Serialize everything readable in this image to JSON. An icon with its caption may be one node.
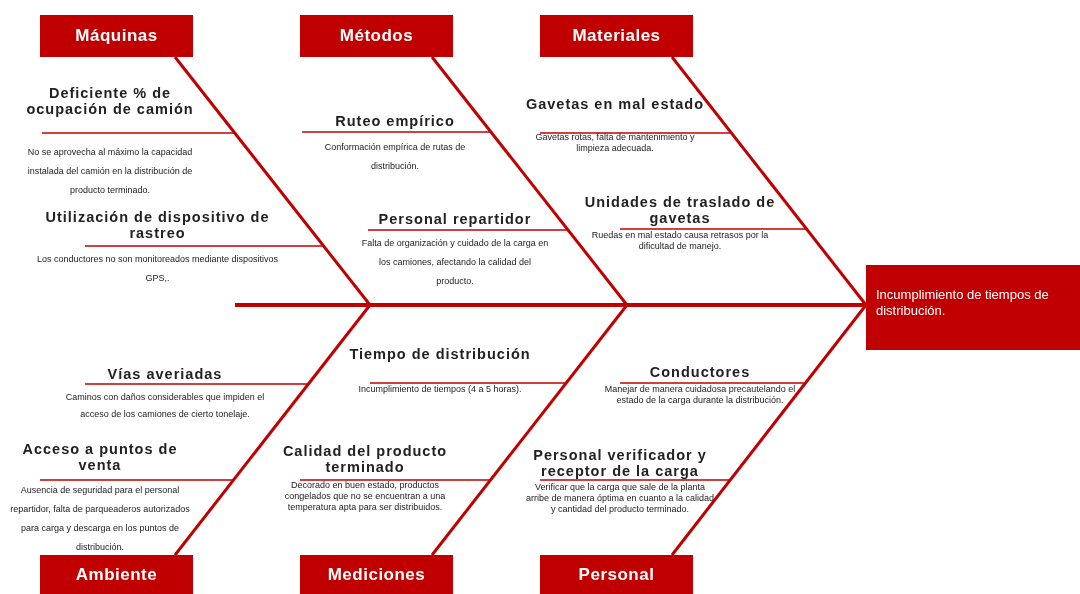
{
  "diagram": {
    "nodes": [
      {
        "text": [
          "Máquinas"
        ]
      },
      {
        "text": [
          "Métodos"
        ]
      },
      {
        "text": [
          "Materiales"
        ]
      },
      {
        "text": [
          "Ambiente"
        ]
      },
      {
        "text": [
          "Mediciones"
        ]
      },
      {
        "text": [
          "Personal"
        ]
      },
      {
        "text": [
          "Incumplimiento  de tiempos de distribución."
        ]
      },
      {
        "text": [
          "Deficiente % de ocupación de camión",
          "No se  aprovecha al máximo la capacidad instalada del camión en la distribución de producto terminado."
        ]
      },
      {
        "text": [
          "Utilización de dispositivo de rastreo",
          "Los conductores no son monitoreados mediante dispositivos GPS,."
        ]
      },
      {
        "text": [
          "Ruteo empírico",
          "Conformación empírica de rutas de distribución."
        ]
      },
      {
        "text": [
          "Personal repartidor",
          "Falta de organización y cuidado de la carga en los camiones, afectando la calidad del producto."
        ]
      },
      {
        "text": [
          "Gavetas en mal estado",
          "Gavetas rotas,  falta de mantenimiento y limpieza adecuada."
        ]
      },
      {
        "text": [
          "Unidades de traslado de gavetas",
          "Ruedas en mal estado causa retrasos  por la dificultad de manejo."
        ]
      },
      {
        "text": [
          "Vías averiadas",
          "Caminos con daños considerables que impiden el acceso de los camiones de cierto tonelaje."
        ]
      },
      {
        "text": [
          "Acceso a puntos de venta",
          "Ausencia de seguridad para el personal repartidor, falta de parqueaderos autorizados para carga y descarga en los puntos de distribución."
        ]
      },
      {
        "text": [
          "Tiempo de distribución",
          "Incumplimiento de tiempos (4 a 5 horas)."
        ]
      },
      {
        "text": [
          "Calidad del producto terminado",
          "Decorado en buen estado, productos congelados que no se  encuentran a una temperatura apta para ser distribuidos."
        ]
      },
      {
        "text": [
          "Conductores",
          "Manejar de manera cuidadosa precautelando el estado de la carga durante la distribución."
        ]
      },
      {
        "text": [
          "Personal verificador y receptor de la carga",
          "Verificar que la carga que sale de la planta arribe de manera óptima en cuanto a la calidad y cantidad del producto terminado."
        ]
      }
    ],
    "edges": [
      {
        "from": 0,
        "to": 6,
        "arrow": "none"
      },
      {
        "from": 1,
        "to": 6,
        "arrow": "none"
      },
      {
        "from": 2,
        "to": 6,
        "arrow": "none"
      },
      {
        "from": 3,
        "to": 6,
        "arrow": "none"
      },
      {
        "from": 4,
        "to": 6,
        "arrow": "none"
      },
      {
        "from": 5,
        "to": 6,
        "arrow": "none"
      },
      {
        "from": 7,
        "to": 0,
        "arrow": "none"
      },
      {
        "from": 8,
        "to": 0,
        "arrow": "none"
      },
      {
        "from": 9,
        "to": 1,
        "arrow": "none"
      },
      {
        "from": 10,
        "to": 1,
        "arrow": "none"
      },
      {
        "from": 11,
        "to": 2,
        "arrow": "none"
      },
      {
        "from": 12,
        "to": 2,
        "arrow": "none"
      },
      {
        "from": 13,
        "to": 3,
        "arrow": "none"
      },
      {
        "from": 14,
        "to": 3,
        "arrow": "none"
      },
      {
        "from": 15,
        "to": 4,
        "arrow": "none"
      },
      {
        "from": 16,
        "to": 4,
        "arrow": "none"
      },
      {
        "from": 17,
        "to": 5,
        "arrow": "none"
      },
      {
        "from": 18,
        "to": 5,
        "arrow": "none"
      }
    ]
  }
}
